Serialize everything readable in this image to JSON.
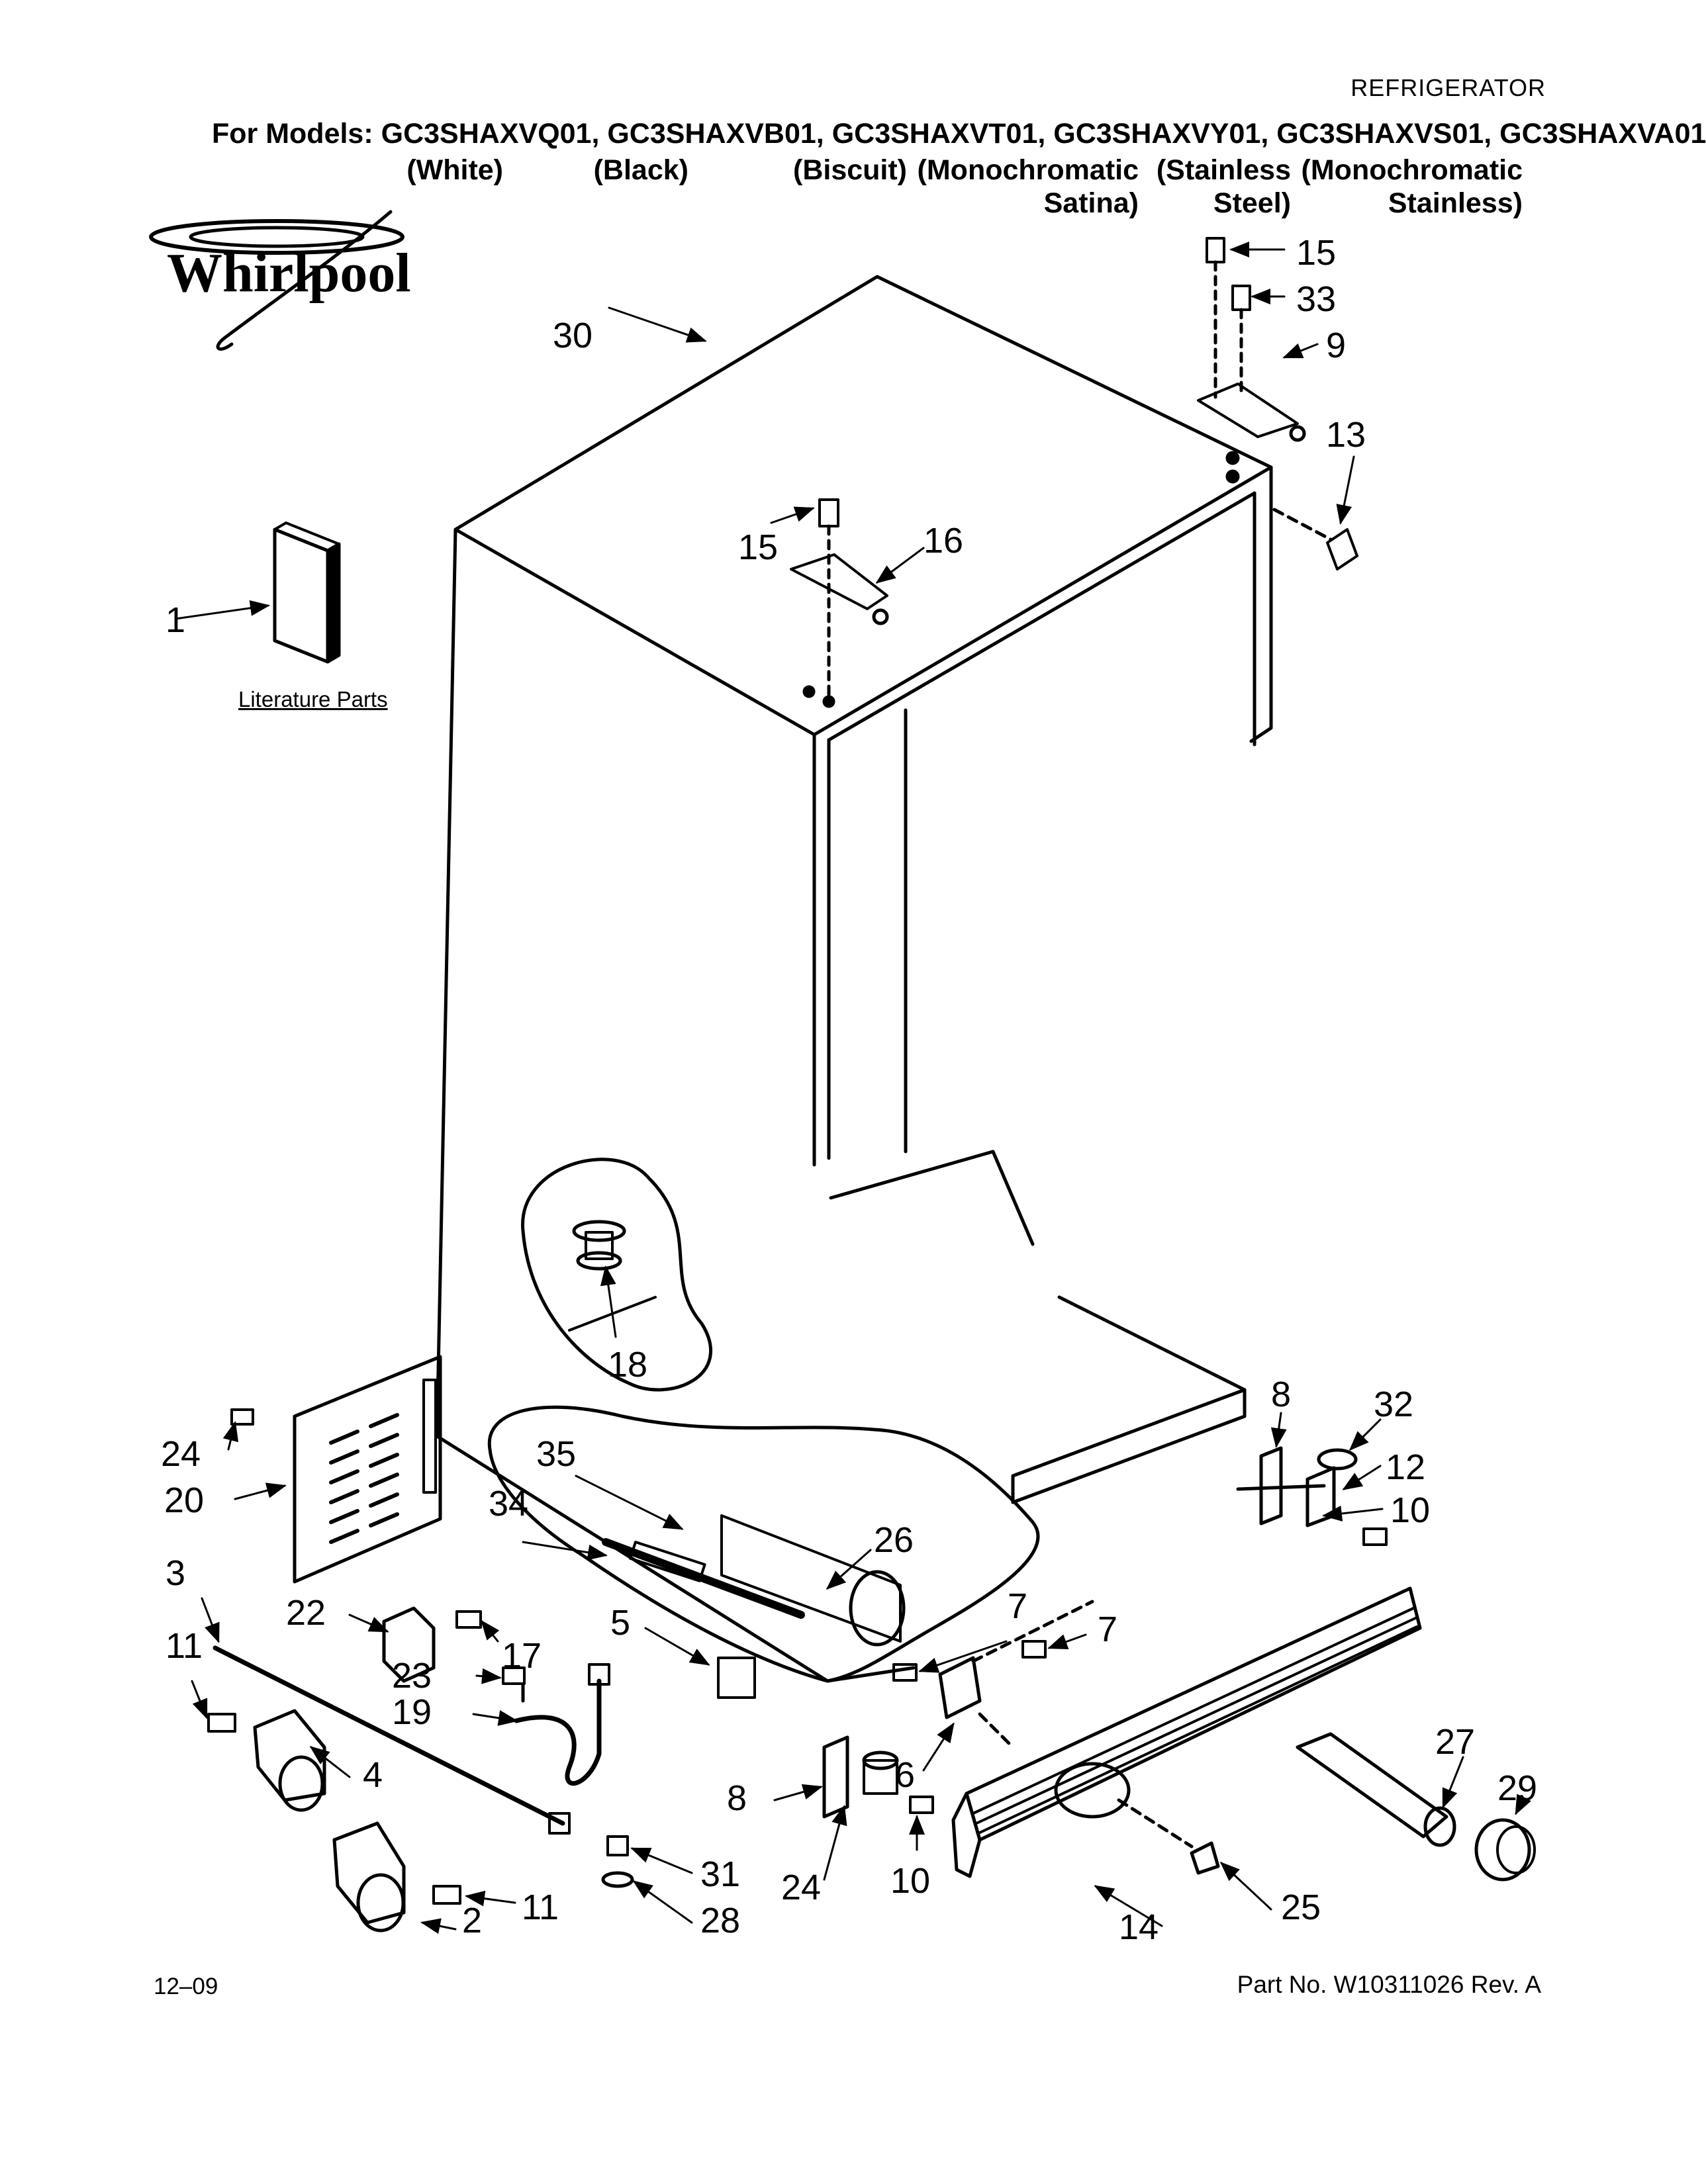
{
  "header": {
    "category": "REFRIGERATOR",
    "models_prefix": "For Models:",
    "models": "GC3SHAXVQ01, GC3SHAXVB01, GC3SHAXVT01, GC3SHAXVY01, GC3SHAXVS01, GC3SHAXVA01",
    "variants": [
      {
        "line1": "(White)",
        "line2": ""
      },
      {
        "line1": "(Black)",
        "line2": ""
      },
      {
        "line1": "(Biscuit)",
        "line2": ""
      },
      {
        "line1": "(Monochromatic",
        "line2": "Satina)"
      },
      {
        "line1": "(Stainless",
        "line2": "Steel)"
      },
      {
        "line1": "(Monochromatic",
        "line2": "Stainless)"
      }
    ]
  },
  "brand": {
    "logo_text": "Whirlpool"
  },
  "literature_label": "Literature Parts",
  "callouts": {
    "c1": "1",
    "c2": "2",
    "c3": "3",
    "c4": "4",
    "c5": "5",
    "c6": "6",
    "c7a": "7",
    "c7b": "7",
    "c8a": "8",
    "c8b": "8",
    "c9": "9",
    "c10a": "10",
    "c10b": "10",
    "c11a": "11",
    "c11b": "11",
    "c12": "12",
    "c13": "13",
    "c14": "14",
    "c15a": "15",
    "c15b": "15",
    "c16": "16",
    "c17": "17",
    "c18": "18",
    "c19": "19",
    "c20": "20",
    "c22": "22",
    "c23": "23",
    "c24a": "24",
    "c24b": "24",
    "c25": "25",
    "c26": "26",
    "c27": "27",
    "c28": "28",
    "c29": "29",
    "c30": "30",
    "c31": "31",
    "c32": "32",
    "c33": "33",
    "c34": "34",
    "c35": "35"
  },
  "footer": {
    "date": "12–09",
    "part_number": "Part No. W10311026 Rev. A"
  }
}
